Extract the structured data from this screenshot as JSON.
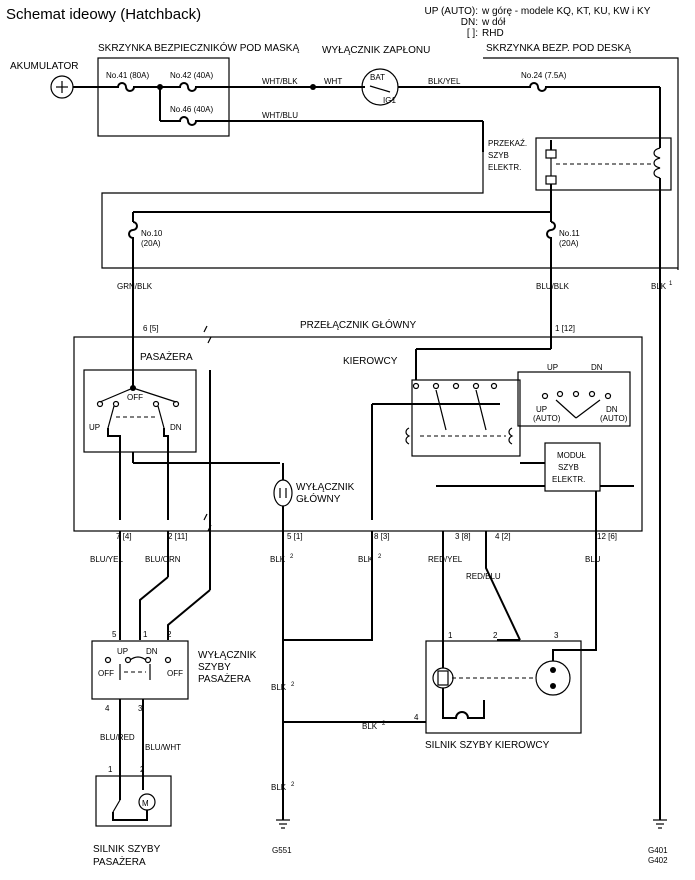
{
  "header": {
    "title": "Schemat ideowy (Hatchback)",
    "legend": [
      {
        "key": "UP (AUTO):",
        "value": "w górę - modele KQ, KT, KU, KW i KY"
      },
      {
        "key": "DN:",
        "value": "w dół"
      },
      {
        "key": "[ ]:",
        "value": "RHD"
      }
    ]
  },
  "blocks": {
    "battery": "AKUMULATOR",
    "underhood_box": "SKRZYNKA BEZPIECZNIKÓW POD MASKĄ",
    "ignition_switch": "WYŁĄCZNIK ZAPŁONU",
    "under_dash_box": "SKRZYNKA BEZP. POD DESKĄ",
    "main_switch_assembly": "PRZEŁĄCZNIK GŁÓWNY",
    "passenger_section": "PASAŻERA",
    "driver_section": "KIEROWCY",
    "master_switch": [
      "WYŁĄCZNIK",
      "GŁÓWNY"
    ],
    "control_module": [
      "MODUŁ",
      "SZYB",
      "ELEKTR."
    ],
    "relay": [
      "PRZEKAŹ.",
      "SZYB",
      "ELEKTR."
    ],
    "passenger_window_switch": [
      "WYŁĄCZNIK",
      "SZYBY",
      "PASAŻERA"
    ],
    "passenger_motor": [
      "SILNIK SZYBY",
      "PASAŻERA"
    ],
    "driver_motor": "SILNIK SZYBY KIEROWCY"
  },
  "fuses": [
    {
      "id": "f41",
      "label": "No.41 (80A)"
    },
    {
      "id": "f42",
      "label": "No.42 (40A)"
    },
    {
      "id": "f46",
      "label": "No.46 (40A)"
    },
    {
      "id": "f24",
      "label": "No.24 (7.5A)"
    },
    {
      "id": "f10",
      "label": [
        "No.10",
        "(20A)"
      ]
    },
    {
      "id": "f11",
      "label": [
        "No.11",
        "(20A)"
      ]
    }
  ],
  "ignition_terminals": [
    "BAT",
    "IG1"
  ],
  "wires": {
    "wht_blk": "WHT/BLK",
    "wht": "WHT",
    "wht_blu": "WHT/BLU",
    "blk_yel": "BLK/YEL",
    "grn_blk": "GRN/BLK",
    "blu_blk": "BLU/BLK",
    "blk1": "BLK",
    "blk1_sup": "1",
    "blu_yel": "BLU/YEL",
    "blu_orn": "BLU/ORN",
    "blk2": "BLK",
    "blk2_sup": "2",
    "red_yel": "RED/YEL",
    "red_blu": "RED/BLU",
    "blu": "BLU",
    "blu_red": "BLU/RED",
    "blu_wht": "BLU/WHT"
  },
  "connector_pins": {
    "main_6": "6 [5]",
    "main_1": "1 [12]",
    "main_7": "7 [4]",
    "main_2": "2 [11]",
    "main_5": "5 [1]",
    "main_8": "8 [3]",
    "main_3": "3 [8]",
    "main_4": "4 [2]",
    "main_12": "12 [6]",
    "pw_5": "5",
    "pw_1": "1",
    "pw_2": "2",
    "pw_4": "4",
    "pw_3": "3",
    "pm_1": "1",
    "pm_2": "2",
    "dm_1": "1",
    "dm_2": "2",
    "dm_3": "3",
    "dm_4": "4"
  },
  "switch_positions": {
    "off": "OFF",
    "up": "UP",
    "dn": "DN",
    "up_auto": [
      "UP",
      "(AUTO)"
    ],
    "dn_auto": [
      "DN",
      "(AUTO)"
    ]
  },
  "grounds": {
    "g551": "G551",
    "g401": "G401",
    "g402": "G402"
  }
}
